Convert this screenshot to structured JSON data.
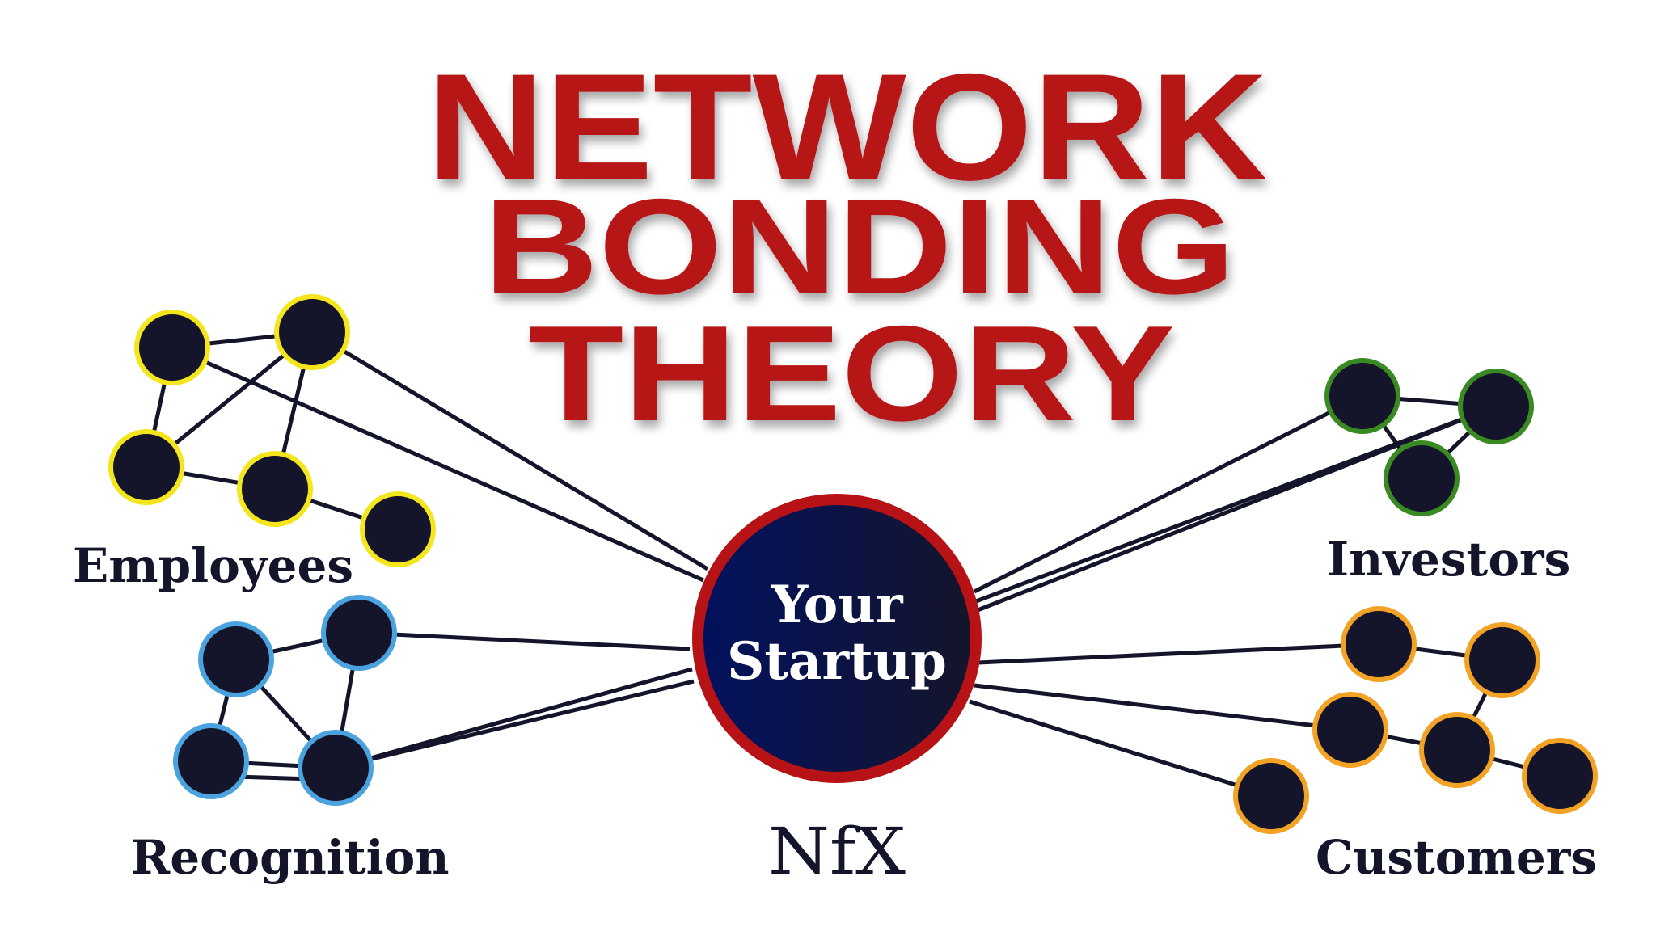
{
  "title": {
    "line1": "NETWORK",
    "line2": "BONDING",
    "line3": "THEORY"
  },
  "center": {
    "line1": "Your",
    "line2": "Startup"
  },
  "groups": {
    "employees": "Employees",
    "recognition": "Recognition",
    "investors": "Investors",
    "customers": "Customers"
  },
  "logo": "NfX",
  "colors": {
    "title_red": "#b71316",
    "node_fill": "#14152a",
    "line": "#14152a",
    "center_ring": "#b71316",
    "center_fill_left": "#02115f",
    "center_fill_right": "#14152a",
    "employees_ring": "#f5e51c",
    "recognition_ring": "#4aa3df",
    "investors_ring": "#3a8a23",
    "customers_ring": "#f2a224",
    "label_text": "#14152a"
  }
}
